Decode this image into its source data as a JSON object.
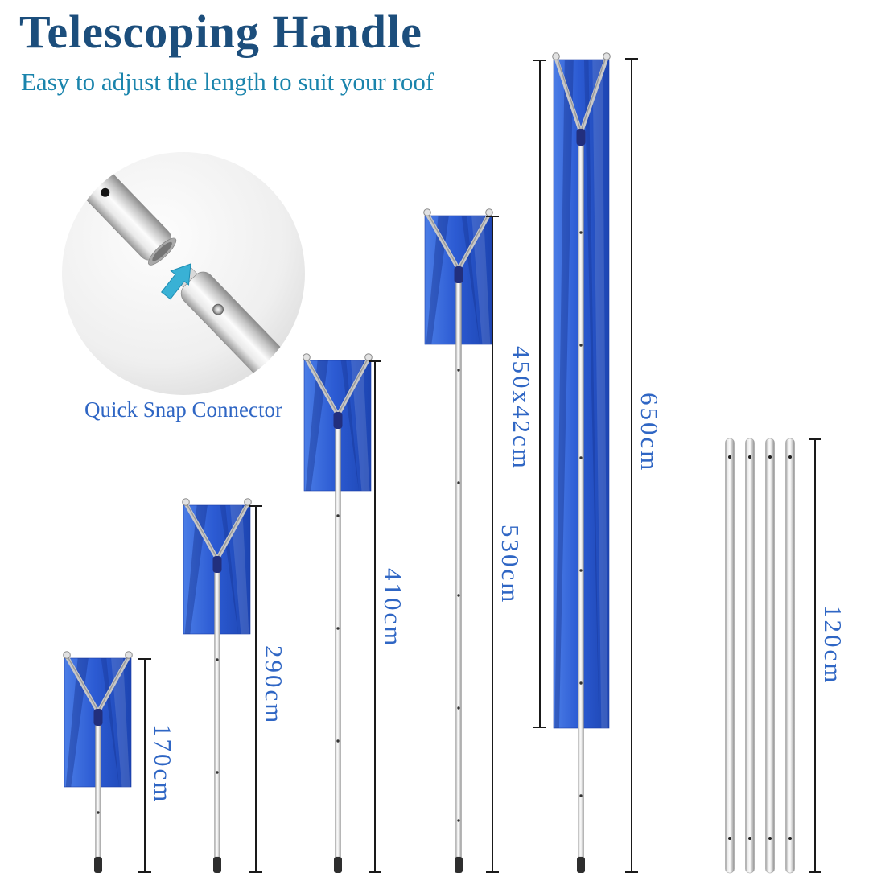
{
  "title": "Telescoping Handle",
  "subtitle": "Easy to adjust the length to suit your roof",
  "connector": {
    "label": "Quick Snap Connector"
  },
  "rakes": [
    {
      "label": "170cm"
    },
    {
      "label": "290cm"
    },
    {
      "label": "410cm"
    },
    {
      "label": "530cm"
    },
    {
      "label": "650cm",
      "blade_label": "450x42cm"
    }
  ],
  "spare_poles": {
    "label": "120cm",
    "count": 4
  },
  "colors": {
    "title": "#1c4e7c",
    "subtitle": "#1a84ac",
    "measurement": "#2f66c4",
    "blade_blue": "#2c5bd3",
    "arrow_teal": "#39b1d5",
    "pole_silver": "#c4c4c4"
  }
}
